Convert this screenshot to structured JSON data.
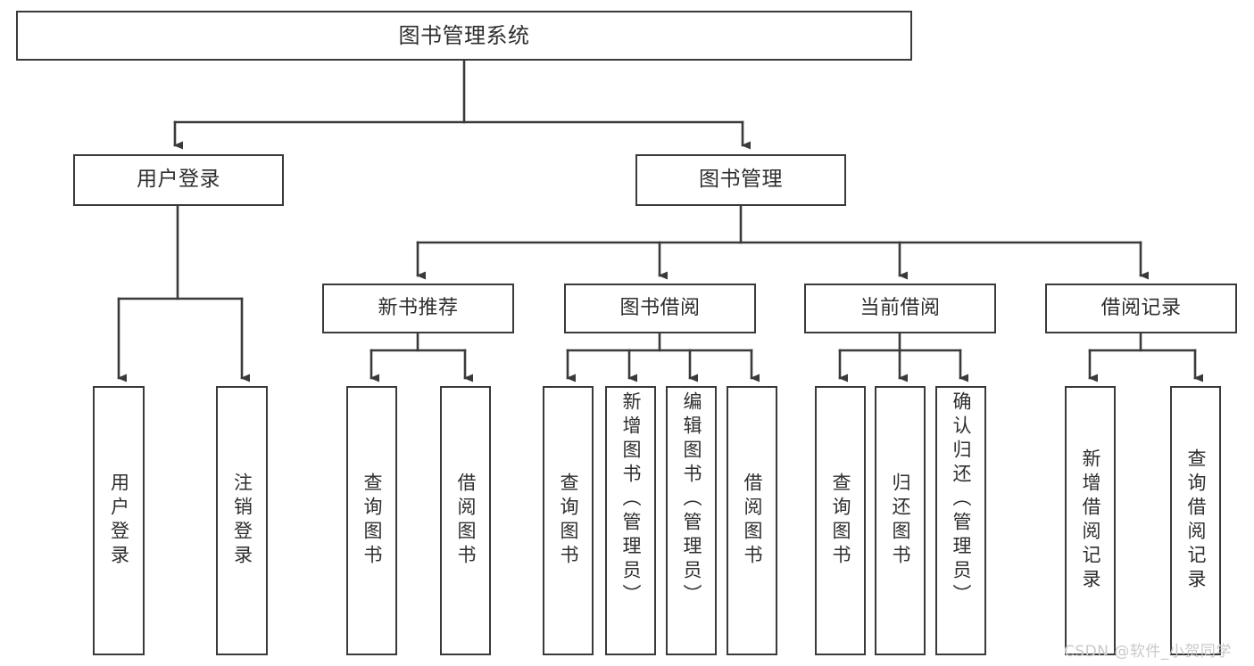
{
  "diagram": {
    "title": "图书管理系统",
    "type": "hierarchy-tree",
    "colors": {
      "box_border": "#3a3a3a",
      "box_fill": "#ffffff",
      "text": "#2e2e2e",
      "edge": "#3a3a3a",
      "watermark": "#c9c9c9",
      "background": "#ffffff"
    },
    "levels": {
      "root": "图书管理系统",
      "level2": [
        "用户登录",
        "图书管理"
      ],
      "level3": [
        "新书推荐",
        "图书借阅",
        "当前借阅",
        "借阅记录"
      ]
    },
    "nodes": {
      "root": {
        "label": "图书管理系统"
      },
      "user_login": {
        "label": "用户登录"
      },
      "book_manage": {
        "label": "图书管理"
      },
      "new_book_rec": {
        "label": "新书推荐"
      },
      "book_borrow": {
        "label": "图书借阅"
      },
      "current_borrow": {
        "label": "当前借阅"
      },
      "borrow_record": {
        "label": "借阅记录"
      },
      "leaf_user_login": {
        "label": "用户登录"
      },
      "leaf_logout": {
        "label": "注销登录"
      },
      "leaf_query_book_1": {
        "label": "查询图书"
      },
      "leaf_borrow_book_1": {
        "label": "借阅图书"
      },
      "leaf_query_book_2": {
        "label": "查询图书"
      },
      "leaf_add_book": {
        "label": "新增图书（管理员）"
      },
      "leaf_edit_book": {
        "label": "编辑图书（管理员）"
      },
      "leaf_borrow_book_2": {
        "label": "借阅图书"
      },
      "leaf_query_book_3": {
        "label": "查询图书"
      },
      "leaf_return_book": {
        "label": "归还图书"
      },
      "leaf_confirm_return": {
        "label": "确认归还（管理员）"
      },
      "leaf_add_record": {
        "label": "新增借阅记录"
      },
      "leaf_query_record": {
        "label": "查询借阅记录"
      }
    },
    "edges": [
      {
        "from": "root",
        "to": "user_login"
      },
      {
        "from": "root",
        "to": "book_manage"
      },
      {
        "from": "user_login",
        "to": "leaf_user_login"
      },
      {
        "from": "user_login",
        "to": "leaf_logout"
      },
      {
        "from": "book_manage",
        "to": "new_book_rec"
      },
      {
        "from": "book_manage",
        "to": "book_borrow"
      },
      {
        "from": "book_manage",
        "to": "current_borrow"
      },
      {
        "from": "book_manage",
        "to": "borrow_record"
      },
      {
        "from": "new_book_rec",
        "to": "leaf_query_book_1"
      },
      {
        "from": "new_book_rec",
        "to": "leaf_borrow_book_1"
      },
      {
        "from": "book_borrow",
        "to": "leaf_query_book_2"
      },
      {
        "from": "book_borrow",
        "to": "leaf_add_book"
      },
      {
        "from": "book_borrow",
        "to": "leaf_edit_book"
      },
      {
        "from": "book_borrow",
        "to": "leaf_borrow_book_2"
      },
      {
        "from": "current_borrow",
        "to": "leaf_query_book_3"
      },
      {
        "from": "current_borrow",
        "to": "leaf_return_book"
      },
      {
        "from": "current_borrow",
        "to": "leaf_confirm_return"
      },
      {
        "from": "borrow_record",
        "to": "leaf_add_record"
      },
      {
        "from": "borrow_record",
        "to": "leaf_query_record"
      }
    ]
  },
  "watermark": {
    "text": "CSDN @软件_小贺同学"
  }
}
